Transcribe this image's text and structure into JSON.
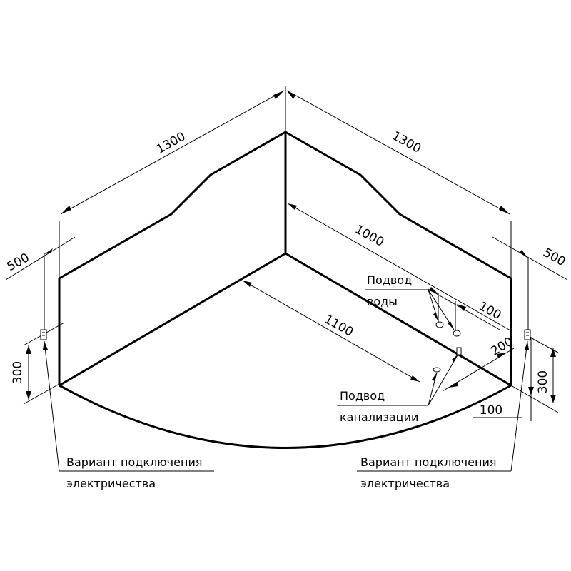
{
  "dimensions": {
    "width_left": "1300",
    "width_right": "1300",
    "side_left": "1000",
    "diagonal": "1100",
    "offset_left": "500",
    "offset_right": "500",
    "height_left": "300",
    "height_right": "300",
    "water_offset": "100",
    "drain_offset": "200",
    "drain_height": "100"
  },
  "labels": {
    "water_line1": "Подвод",
    "water_line2": "воды",
    "drain_line1": "Подвод",
    "drain_line2": "канализации",
    "electric_left_line1": "Вариант подключения",
    "electric_left_line2": "электричества",
    "electric_right_line1": "Вариант подключения",
    "electric_right_line2": "электричества"
  }
}
